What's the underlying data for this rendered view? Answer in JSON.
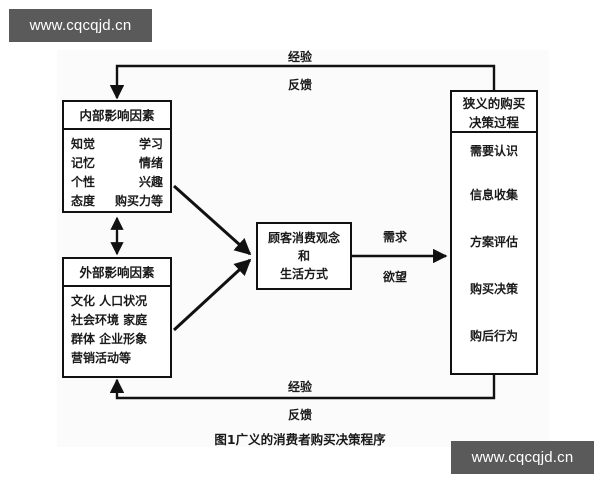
{
  "caption": "图1广义的消费者购买决策程序",
  "watermarks": {
    "top_left": "www.cqcqjd.cn",
    "bottom_right": "www.cqcqjd.cn"
  },
  "internal_box": {
    "title": "内部影响因素",
    "rows": [
      {
        "left": "知觉",
        "right": "学习"
      },
      {
        "left": "记忆",
        "right": "情绪"
      },
      {
        "left": "个性",
        "right": "兴趣"
      },
      {
        "left": "态度",
        "right": "购买力等"
      }
    ]
  },
  "external_box": {
    "title": "外部影响因素",
    "rows": [
      "文化  人口状况",
      "社会环境  家庭",
      "群体  企业形象",
      "营销活动等"
    ]
  },
  "center_box": {
    "line1": "顾客消费观念",
    "line2": "和",
    "line3": "生活方式"
  },
  "process_box": {
    "title_line1": "狭义的购买",
    "title_line2": "决策过程",
    "steps": [
      "需要认识",
      "信息收集",
      "方案评估",
      "购买决策",
      "购后行为"
    ]
  },
  "labels": {
    "top_experience": "经验",
    "top_feedback": "反馈",
    "bottom_experience": "经验",
    "bottom_feedback": "反馈",
    "demand": "需求",
    "desire": "欲望"
  },
  "colors": {
    "stroke": "#111111",
    "background": "#ffffff",
    "panel": "#fbfbfb",
    "watermark_bg": "#5a5a5a",
    "watermark_text": "#ffffff"
  }
}
